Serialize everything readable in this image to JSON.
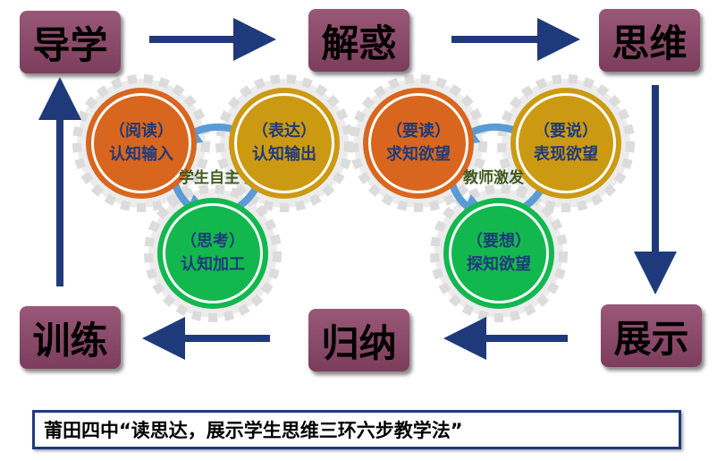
{
  "steps": {
    "guide": "导学",
    "resolve": "解惑",
    "think": "思维",
    "practice": "训练",
    "summarize": "归纳",
    "present": "展示"
  },
  "left_group": {
    "center": "学生自主",
    "input": {
      "sub": "（阅读）",
      "main": "认知输入"
    },
    "output": {
      "sub": "（表达）",
      "main": "认知输出"
    },
    "process": {
      "sub": "（思考）",
      "main": "认知加工"
    }
  },
  "right_group": {
    "center": "教师激发",
    "seek": {
      "sub": "（要读）",
      "main": "求知欲望"
    },
    "express": {
      "sub": "（要说）",
      "main": "表现欲望"
    },
    "explore": {
      "sub": "（要想）",
      "main": "探知欲望"
    }
  },
  "caption": "莆田四中“读思达，展示学生思维三环六步教学法”",
  "colors": {
    "box": "#8e4a6a",
    "arrow": "#1f3a7a",
    "cycle": "#5b9bd5",
    "orange": "#d9661e",
    "yellow": "#cc9a12",
    "green": "#12b84e"
  }
}
